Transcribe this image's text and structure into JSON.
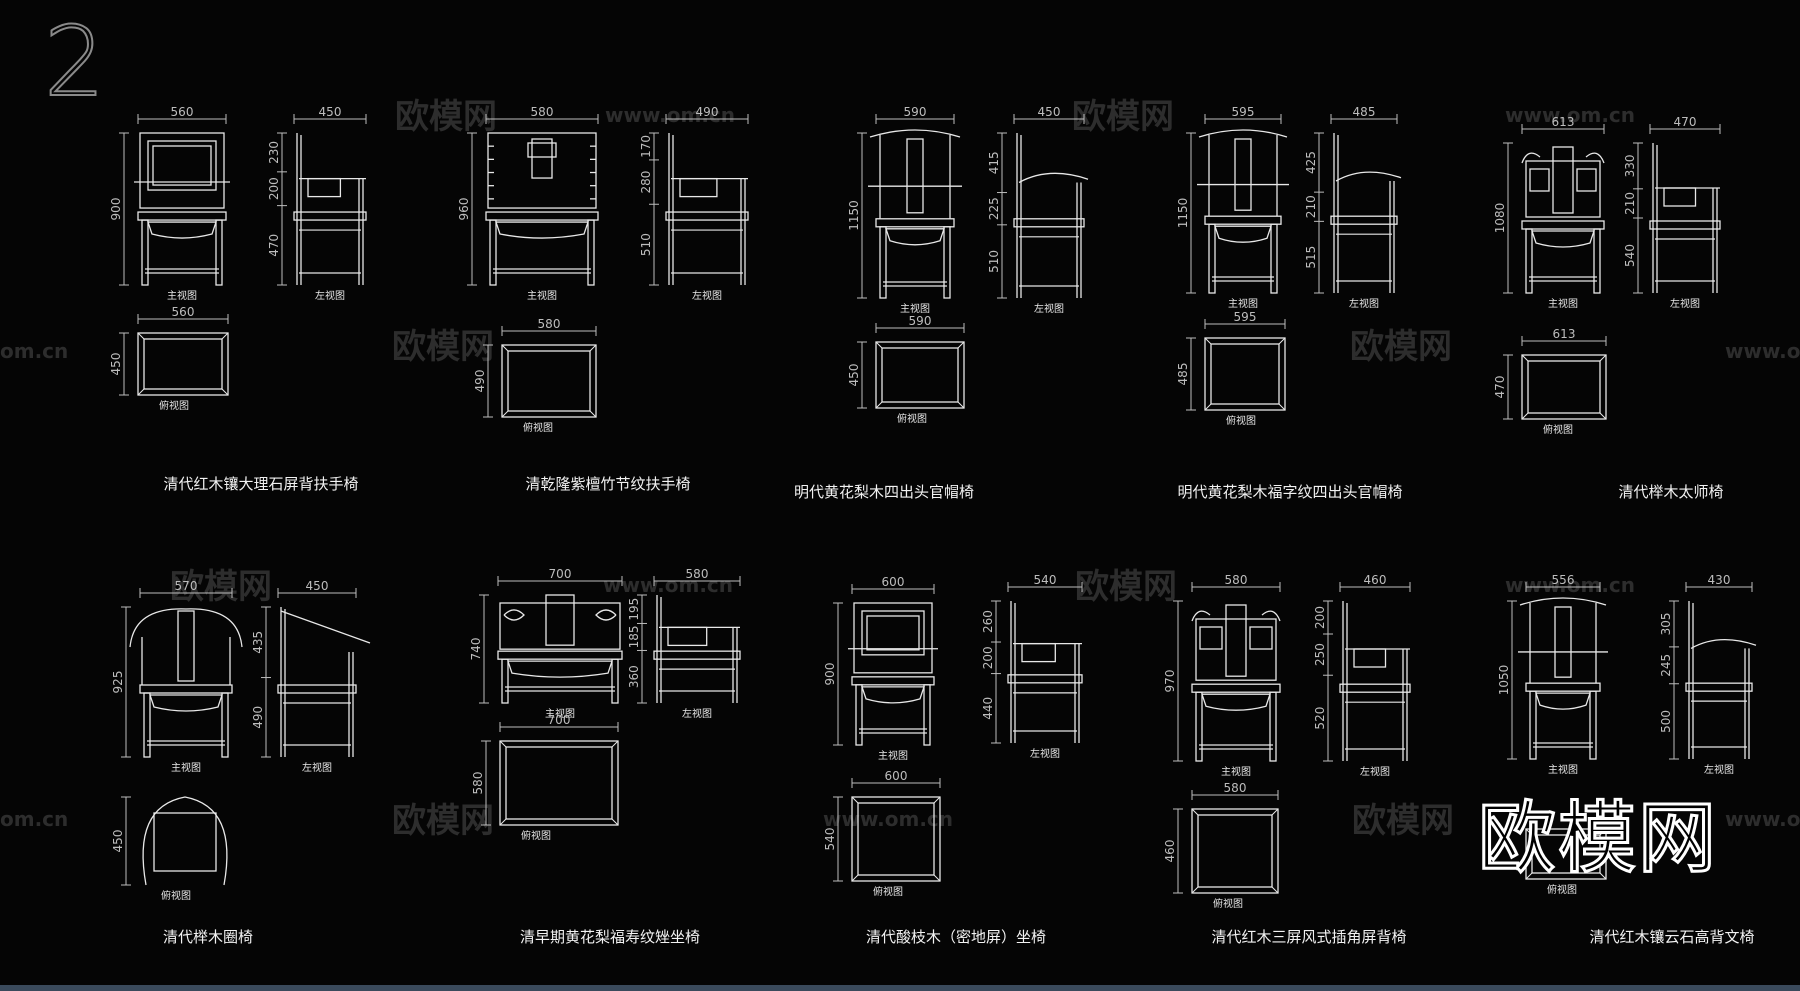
{
  "sheet_number": "2",
  "colors": {
    "background": "#050505",
    "line": "#e8e8e8",
    "dimension": "#bdbdbd",
    "watermark": "#2d2d2d",
    "caption": "#f2f2f2"
  },
  "watermark": {
    "cn": "欧模网",
    "url": "www.om.cn",
    "short": "om.cn"
  },
  "logo": "欧模网",
  "chairs": [
    {
      "name": "清代红木镶大理石屏背扶手椅",
      "style": "screen",
      "front": {
        "label": "主视图",
        "width": "560",
        "heights": [
          "900"
        ]
      },
      "side": {
        "label": "左视图",
        "width": "450",
        "heights": [
          "230",
          "200",
          "470"
        ]
      },
      "top": {
        "label": "俯视图",
        "width": "560",
        "depth": "450"
      }
    },
    {
      "name": "清乾隆紫檀竹节纹扶手椅",
      "style": "bamboo",
      "front": {
        "label": "主视图",
        "width": "580",
        "heights": [
          "960"
        ]
      },
      "side": {
        "label": "左视图",
        "width": "490",
        "heights": [
          "170",
          "280",
          "510"
        ]
      },
      "top": {
        "label": "俯视图",
        "width": "580",
        "depth": "490"
      }
    },
    {
      "name": "明代黄花梨木四出头官帽椅",
      "style": "official",
      "front": {
        "label": "主视图",
        "width": "590",
        "heights": [
          "1150"
        ]
      },
      "side": {
        "label": "左视图",
        "width": "450",
        "heights": [
          "415",
          "225",
          "510"
        ]
      },
      "top": {
        "label": "俯视图",
        "width": "590",
        "depth": "450"
      }
    },
    {
      "name": "明代黄花梨木福字纹四出头官帽椅",
      "style": "official",
      "front": {
        "label": "主视图",
        "width": "595",
        "heights": [
          "1150"
        ]
      },
      "side": {
        "label": "左视图",
        "width": "485",
        "heights": [
          "425",
          "210",
          "515"
        ]
      },
      "top": {
        "label": "俯视图",
        "width": "595",
        "depth": "485"
      }
    },
    {
      "name": "清代榉木太师椅",
      "style": "taishi",
      "front": {
        "label": "主视图",
        "width": "613",
        "heights": [
          "1080"
        ]
      },
      "side": {
        "label": "左视图",
        "width": "470",
        "heights": [
          "330",
          "210",
          "540"
        ]
      },
      "top": {
        "label": "俯视图",
        "width": "613",
        "depth": "470"
      }
    },
    {
      "name": "清代榉木圈椅",
      "style": "round",
      "front": {
        "label": "主视图",
        "width": "570",
        "heights": [
          "925"
        ]
      },
      "side": {
        "label": "左视图",
        "width": "450",
        "heights": [
          "435",
          "490"
        ]
      },
      "top": {
        "label": "俯视图",
        "width": "",
        "depth": "450"
      }
    },
    {
      "name": "清早期黄花梨福寿纹矬坐椅",
      "style": "low",
      "front": {
        "label": "主视图",
        "width": "700",
        "heights": [
          "740"
        ]
      },
      "side": {
        "label": "左视图",
        "width": "580",
        "heights": [
          "195",
          "185",
          "360"
        ]
      },
      "top": {
        "label": "俯视图",
        "width": "700",
        "depth": "580"
      }
    },
    {
      "name": "清代酸枝木（密地屏）坐椅",
      "style": "screen",
      "front": {
        "label": "主视图",
        "width": "600",
        "heights": [
          "900"
        ]
      },
      "side": {
        "label": "左视图",
        "width": "540",
        "heights": [
          "260",
          "200",
          "440"
        ]
      },
      "top": {
        "label": "俯视图",
        "width": "600",
        "depth": "540"
      }
    },
    {
      "name": "清代红木三屏风式插角屏背椅",
      "style": "taishi",
      "front": {
        "label": "主视图",
        "width": "580",
        "heights": [
          "970"
        ]
      },
      "side": {
        "label": "左视图",
        "width": "460",
        "heights": [
          "200",
          "250",
          "520"
        ]
      },
      "top": {
        "label": "俯视图",
        "width": "580",
        "depth": "460"
      }
    },
    {
      "name": "清代红木镶云石高背文椅",
      "style": "official",
      "front": {
        "label": "主视图",
        "width": "556",
        "heights": [
          "1050"
        ]
      },
      "side": {
        "label": "左视图",
        "width": "430",
        "heights": [
          "305",
          "245",
          "500"
        ]
      },
      "top": {
        "label": "俯视图",
        "width": "",
        "depth": ""
      }
    }
  ]
}
